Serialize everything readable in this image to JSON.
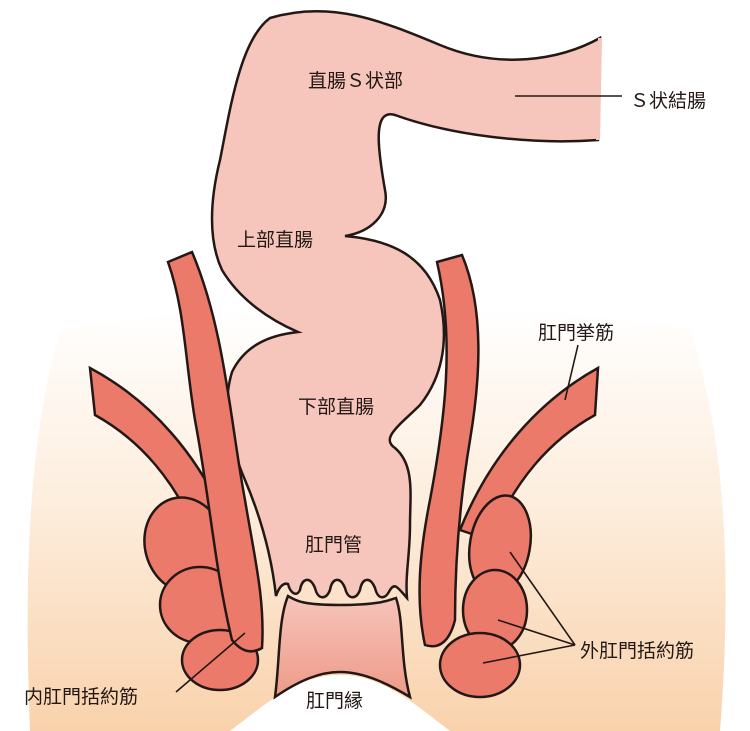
{
  "labels": {
    "rectosigmoid": "直腸Ｓ状部",
    "sigmoid_colon": "Ｓ状結腸",
    "upper_rectum": "上部直腸",
    "lower_rectum": "下部直腸",
    "levator_ani": "肛門挙筋",
    "anal_canal": "肛門管",
    "external_sphincter": "外肛門括約筋",
    "internal_sphincter": "内肛門括約筋",
    "anal_verge": "肛門縁"
  },
  "colors": {
    "mucosa": "#f6c5bb",
    "muscle": "#ec7a6a",
    "tissue_top": "#fffaf4",
    "tissue_bottom": "#f9d2ac",
    "outline": "#231815"
  }
}
